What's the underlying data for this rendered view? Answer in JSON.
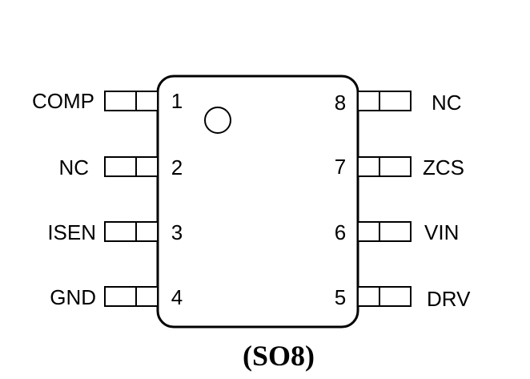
{
  "package_label": "(SO8)",
  "left_pins": [
    {
      "number": "1",
      "name": "COMP"
    },
    {
      "number": "2",
      "name": "NC"
    },
    {
      "number": "3",
      "name": "ISEN"
    },
    {
      "number": "4",
      "name": "GND"
    }
  ],
  "right_pins": [
    {
      "number": "8",
      "name": "NC"
    },
    {
      "number": "7",
      "name": "ZCS"
    },
    {
      "number": "6",
      "name": "VIN"
    },
    {
      "number": "5",
      "name": "DRV"
    }
  ],
  "colors": {
    "stroke": "#000000",
    "background": "#ffffff"
  }
}
